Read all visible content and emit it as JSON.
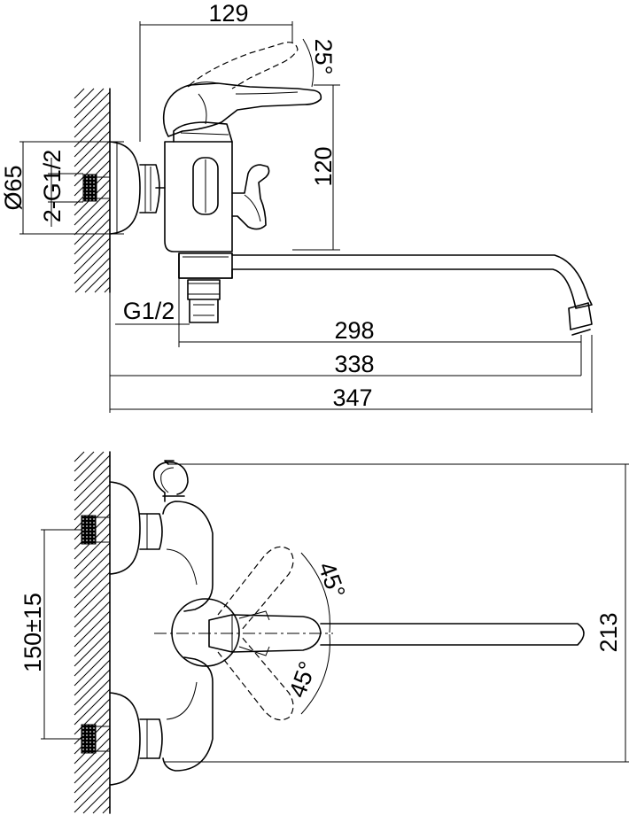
{
  "side_view": {
    "dim_handle_reach": "129",
    "dim_handle_angle": "25°",
    "dim_height": "120",
    "dim_flange_diameter": "Ø65",
    "dim_inlet_thread": "2-G1/2",
    "dim_outlet_thread": "G1/2",
    "dim_spout_298": "298",
    "dim_spout_338": "338",
    "dim_spout_347": "347"
  },
  "top_view": {
    "dim_inlet_spacing": "150±15",
    "dim_angle_up": "45°",
    "dim_angle_down": "45°",
    "dim_depth": "213"
  }
}
